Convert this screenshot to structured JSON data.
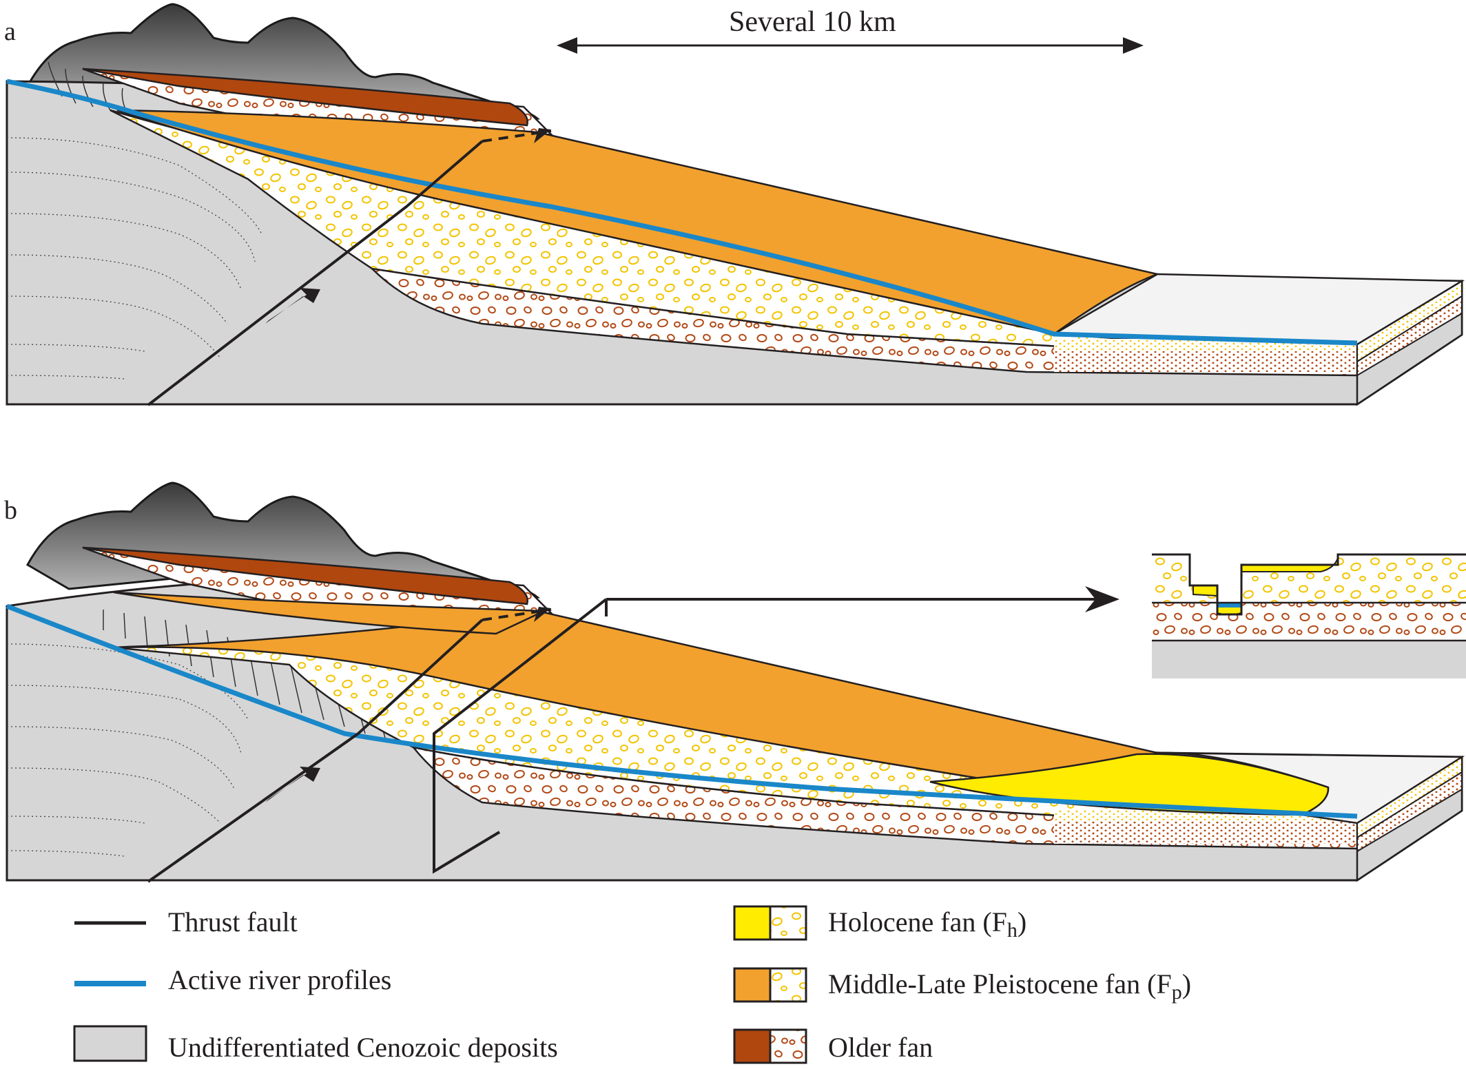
{
  "panels": {
    "a": {
      "label": "a"
    },
    "b": {
      "label": "b"
    }
  },
  "scale": {
    "text": "Several 10 km"
  },
  "legend": {
    "thrust_fault": "Thrust fault",
    "river": "Active river profiles",
    "cenozoic": "Undifferentiated Cenozoic deposits",
    "holocene": {
      "main": "Holocene fan (F",
      "sub": "h",
      "close": ")"
    },
    "pleistocene": {
      "main": "Middle-Late Pleistocene fan (F",
      "sub": "p",
      "close": ")"
    },
    "older": "Older fan"
  },
  "colors": {
    "orange": "#f2a12e",
    "brown": "#b0470f",
    "yellow": "#ffec00",
    "river": "#1a87c9",
    "gray": "#d6d6d6",
    "mountain": "#5d5d5d",
    "clast_yellow": "#f3c400",
    "clast_brown": "#b24a17"
  }
}
